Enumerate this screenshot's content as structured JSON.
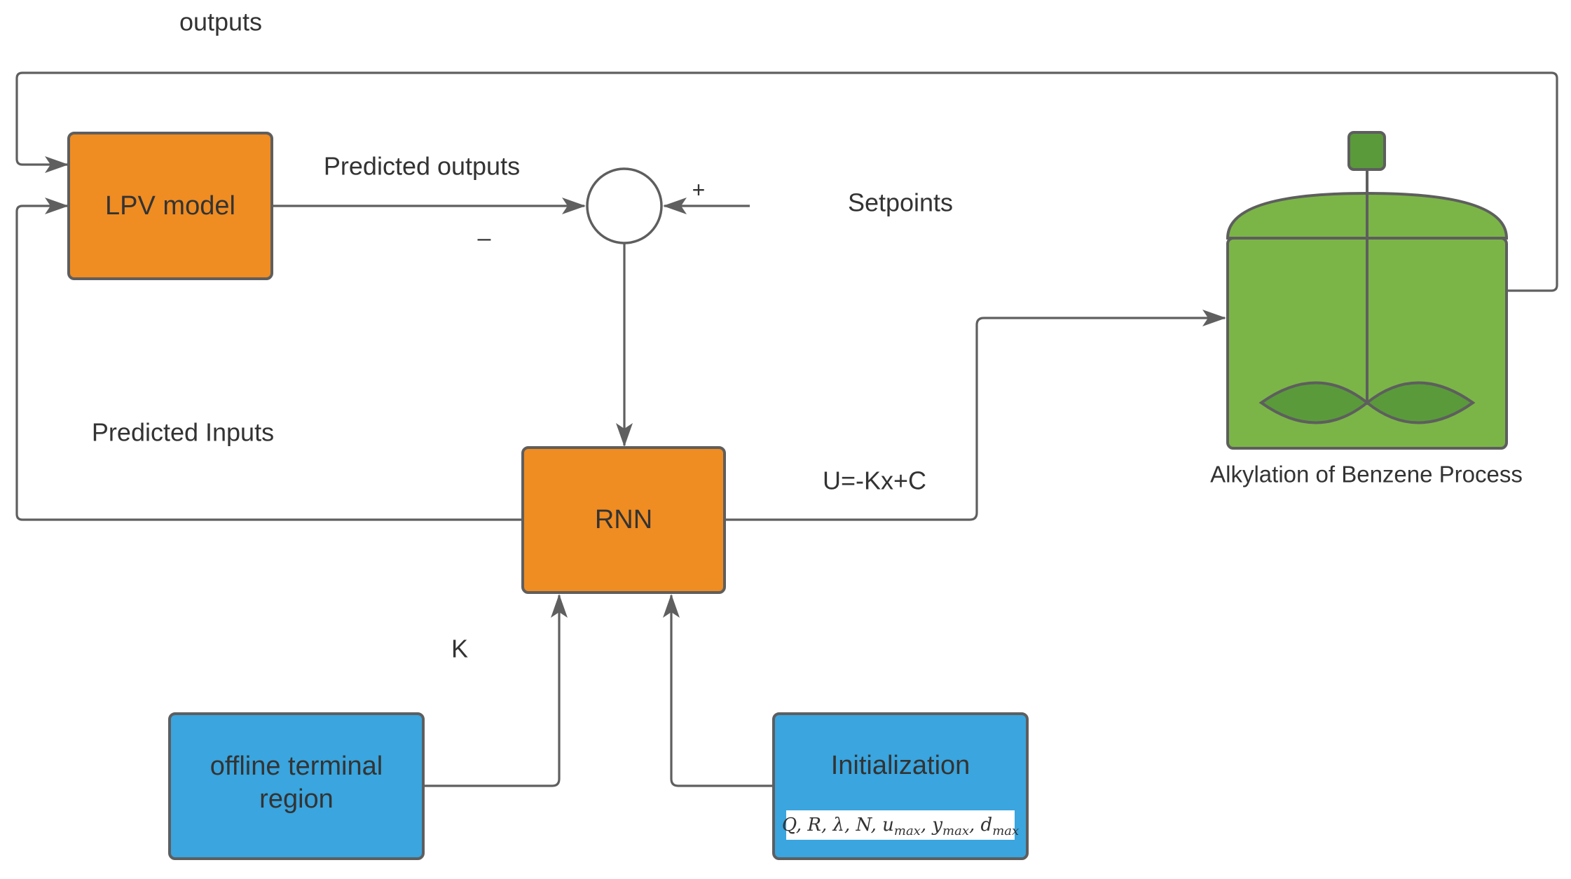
{
  "labels": {
    "outputs": "outputs",
    "predicted_outputs": "Predicted outputs",
    "setpoints": "Setpoints",
    "predicted_inputs": "Predicted Inputs",
    "control_law": "U=-Kx+C",
    "gain": "K",
    "minus_sign": "–",
    "plus_sign": "+",
    "process": "Alkylation of Benzene Process"
  },
  "blocks": {
    "lpv_model": "LPV model",
    "rnn": "RNN",
    "offline_line1": "offline terminal",
    "offline_line2": "region",
    "initialization": "Initialization",
    "init_params": "Q, R, λ, N, u_max, y_max, d_max"
  },
  "init_params_parts": {
    "p1": "Q, R, λ, N, u",
    "s1": "max",
    "p2": ", y",
    "s2": "max",
    "p3": ", d",
    "s3": "max"
  },
  "colors": {
    "orange_block": "#ef8c22",
    "blue_block": "#3aa5de",
    "green_tank": "#7bb547",
    "dark_green": "#5a9a3b",
    "wire": "#5f5f5f",
    "border": "#5e5e5e"
  }
}
